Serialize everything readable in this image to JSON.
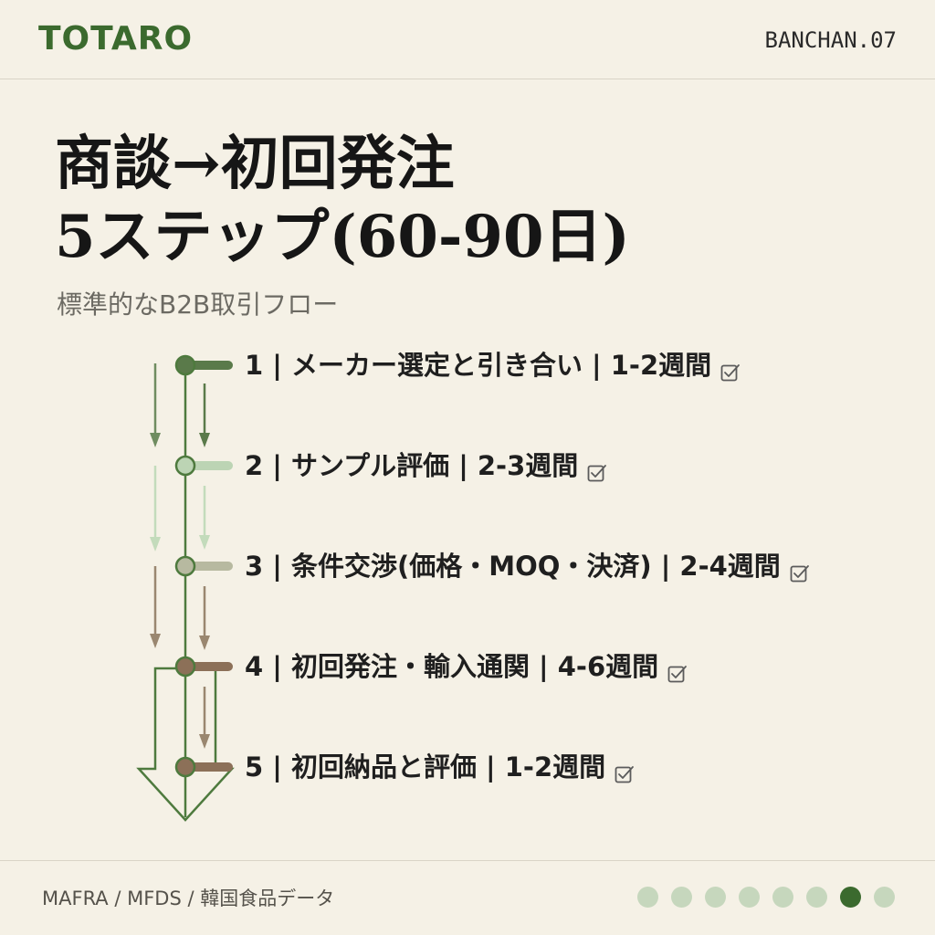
{
  "header": {
    "brand": "TOTARO",
    "series": "BANCHAN.07"
  },
  "title": {
    "line1": "商談→初回発注",
    "line2": "5ステップ(60-90日)"
  },
  "subtitle": "標準的なB2B取引フロー",
  "steps": [
    {
      "label": "1 | メーカー選定と引き合い  | 1-2週間",
      "color": "#5a7a4a",
      "status_icon": "checkbox-checked-icon"
    },
    {
      "label": "2 | サンプル評価 | 2-3週間",
      "color": "#bcd4b4",
      "status_icon": "checkbox-checked-icon"
    },
    {
      "label": "3 | 条件交渉(価格・MOQ・決済) | 2-4週間",
      "color": "#b7b9a0",
      "status_icon": "checkbox-checked-icon"
    },
    {
      "label": "4 | 初回発注・輸入通関 | 4-6週間",
      "color": "#8c7058",
      "status_icon": "checkbox-checked-icon"
    },
    {
      "label": "5 | 初回納品と評価 | 1-2週間",
      "color": "#8c7058",
      "status_icon": "checkbox-checked-icon"
    }
  ],
  "footer": {
    "source": "MAFRA / MFDS / 韓国食品データ",
    "pagination": {
      "total": 8,
      "current": 7
    }
  },
  "colors": {
    "background": "#f5f1e6",
    "brand": "#3b6a2e",
    "timeline": "#4e7a3e",
    "dot_inactive": "#c6d7bd",
    "dot_active": "#3b6a2e"
  }
}
